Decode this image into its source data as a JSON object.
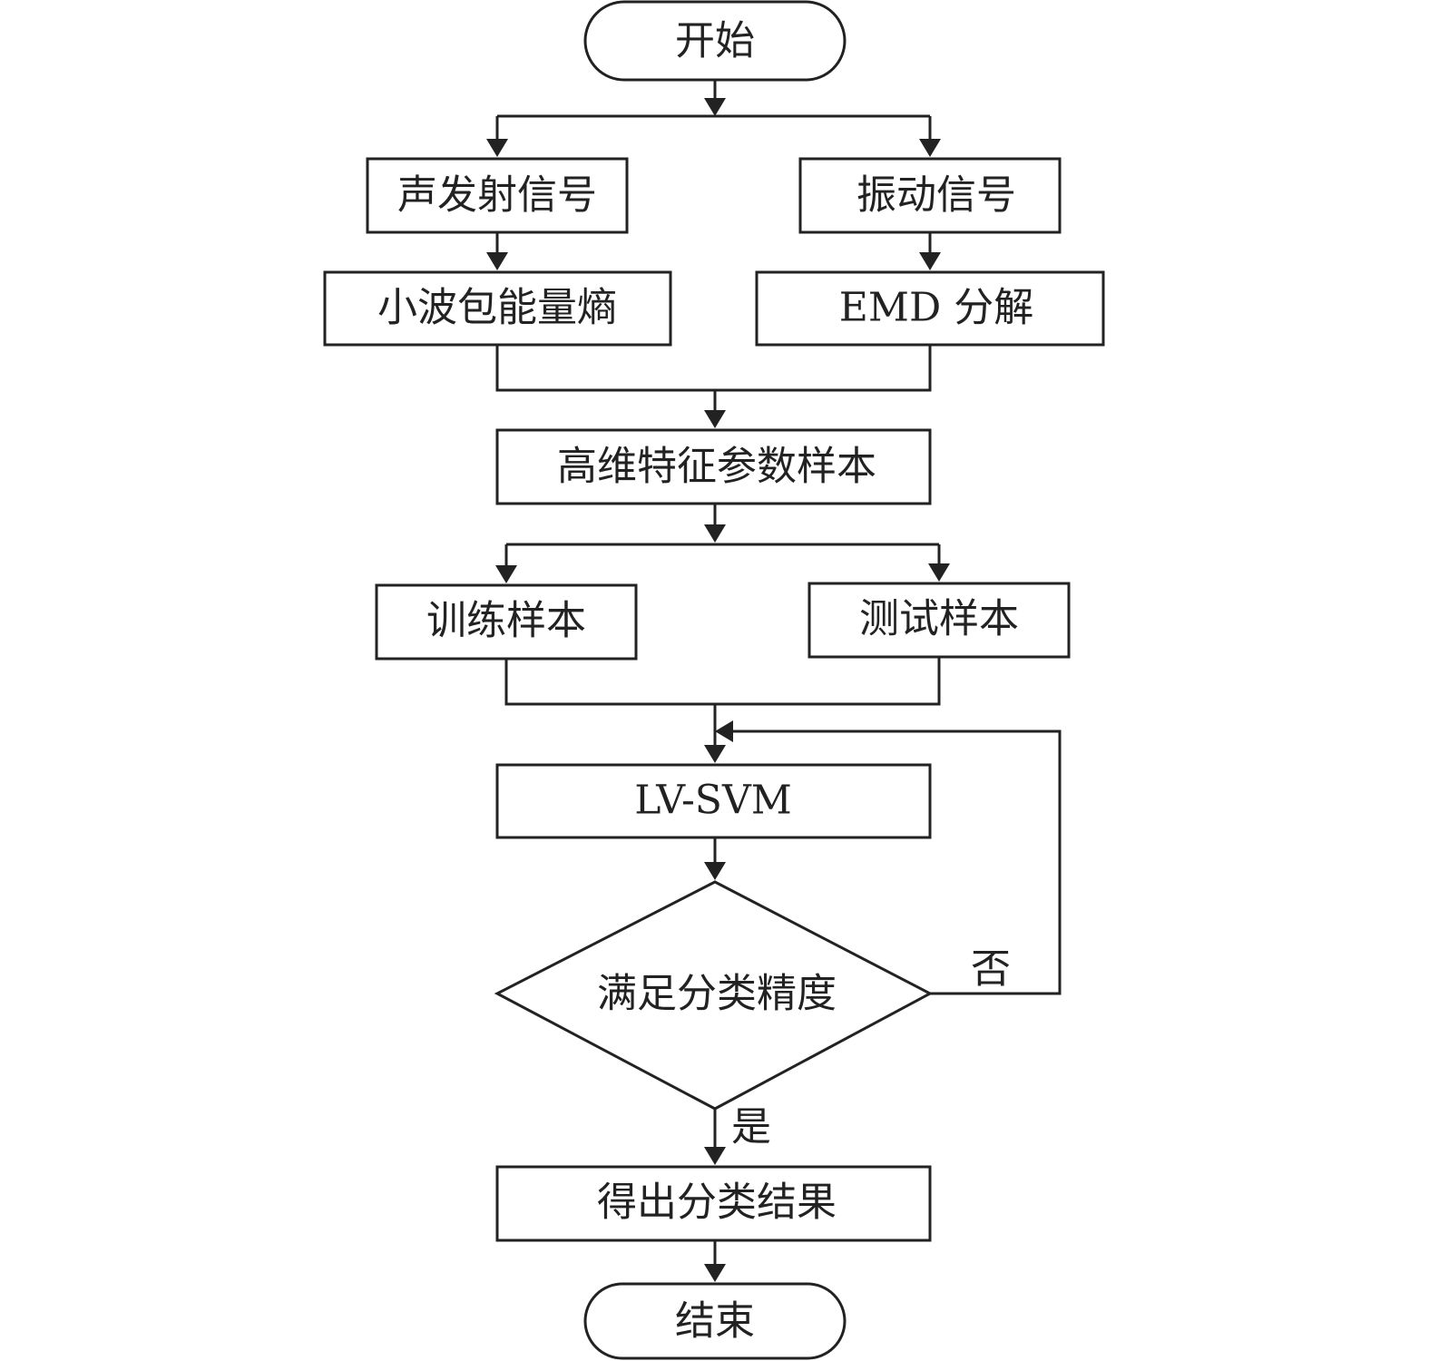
{
  "nodes": {
    "start": "开始",
    "acoustic_signal": "声发射信号",
    "vibration_signal": "振动信号",
    "wavelet_entropy": "小波包能量熵",
    "emd": "EMD 分解",
    "feature_samples": "高维特征参数样本",
    "training_samples": "训练样本",
    "test_samples": "测试样本",
    "lv_svm": "LV-SVM",
    "decision": "满足分类精度",
    "result": "得出分类结果",
    "end": "结束"
  },
  "edge_labels": {
    "no": "否",
    "yes": "是"
  }
}
